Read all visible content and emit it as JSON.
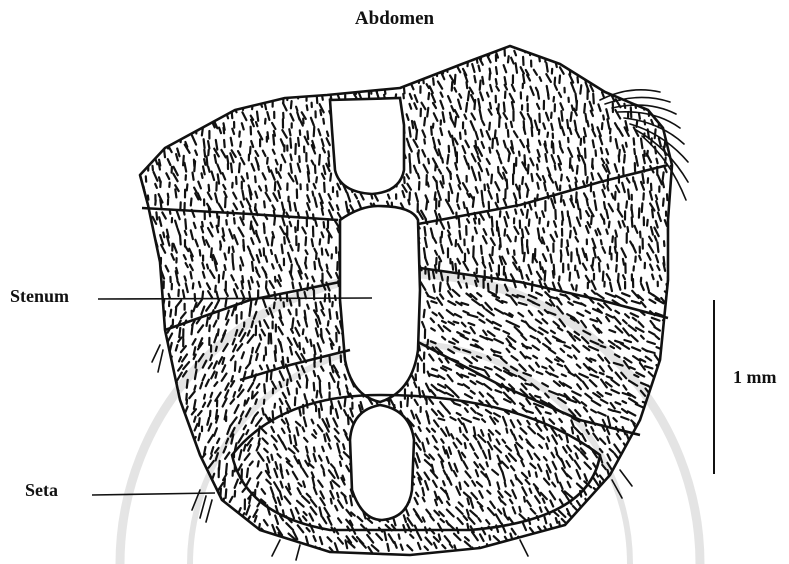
{
  "diagram": {
    "title": "Abdomen",
    "labels": {
      "stenum": "Stenum",
      "seta": "Seta"
    },
    "scale_bar": {
      "label": "1 mm"
    },
    "colors": {
      "ink": "#111111",
      "watermark": "#c8c8c8",
      "background": "#ffffff"
    }
  }
}
